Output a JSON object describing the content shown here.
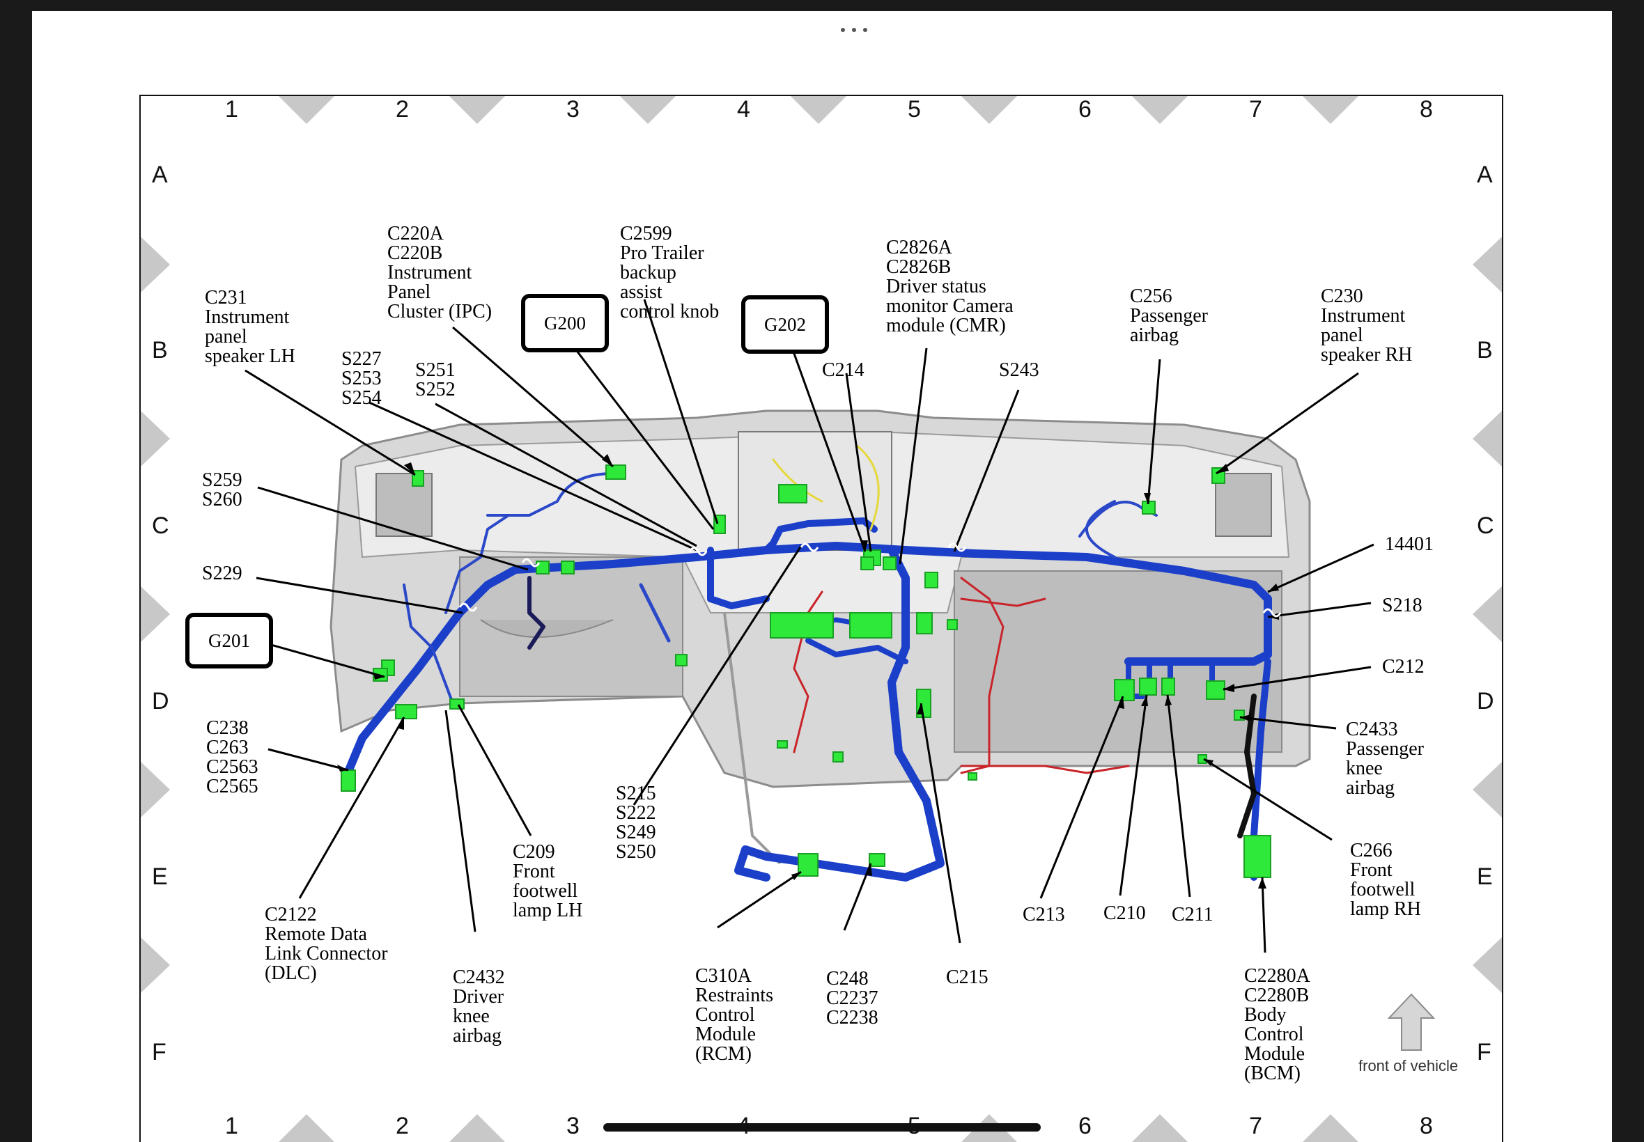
{
  "grid": {
    "columns": [
      "1",
      "2",
      "3",
      "4",
      "5",
      "6",
      "7",
      "8"
    ],
    "rows": [
      "A",
      "B",
      "C",
      "D",
      "E",
      "F"
    ]
  },
  "grounds": {
    "g200": "G200",
    "g202": "G202",
    "g201": "G201"
  },
  "labels": {
    "c231": "C231\nInstrument\npanel\nspeaker LH",
    "c220": "C220A\nC220B\nInstrument\nPanel\nCluster (IPC)",
    "c2599": "C2599\nPro Trailer\nbackup\nassist\ncontrol knob",
    "c2826": "C2826A\nC2826B\nDriver status\nmonitor Camera\nmodule (CMR)",
    "c256": "C256\nPassenger\nairbag",
    "c230": "C230\nInstrument\npanel\nspeaker RH",
    "s227": "S227\nS253\nS254",
    "s251": "S251\nS252",
    "c214": "C214",
    "s243": "S243",
    "s259": "S259\nS260",
    "s229": "S229",
    "n14401": "14401",
    "s218": "S218",
    "c212": "C212",
    "c2433": "C2433\nPassenger\nknee\nairbag",
    "c238": "C238\nC263\nC2563\nC2565",
    "s215": "S215\nS222\nS249\nS250",
    "c209": "C209\nFront\nfootwell\nlamp LH",
    "c266": "C266\nFront\nfootwell\nlamp RH",
    "c213": "C213",
    "c210": "C210",
    "c211": "C211",
    "c2122": "C2122\nRemote Data\nLink Connector\n(DLC)",
    "c2432": "C2432\nDriver\nknee\nairbag",
    "c310a": "C310A\nRestraints\nControl\nModule\n(RCM)",
    "c248": "C248\nC2237\nC2238",
    "c215": "C215",
    "c2280": "C2280A\nC2280B\nBody\nControl\nModule\n(BCM)"
  },
  "front_of_vehicle": "front of vehicle",
  "colors": {
    "harness": "#1b3fc9",
    "connector": "#2ee83a",
    "red_wire": "#c8242a",
    "yellow_wire": "#e6d83a",
    "panel": "#c9c9c9"
  }
}
